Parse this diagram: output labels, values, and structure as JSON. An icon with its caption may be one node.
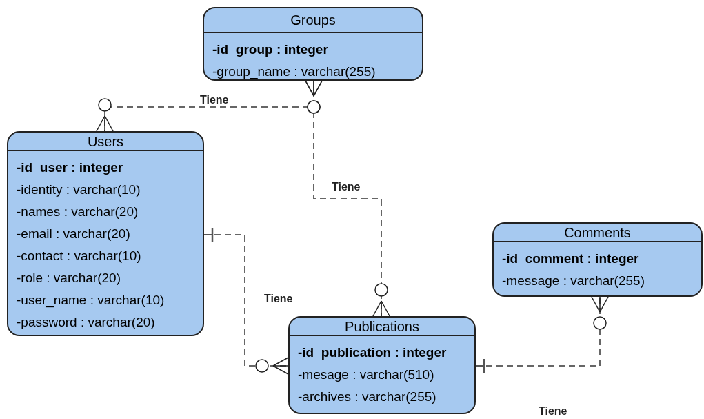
{
  "diagram": {
    "nodes": [
      {
        "text": [
          "Groups",
          "-id_group : integer",
          "-group_name : varchar(255)"
        ]
      },
      {
        "text": [
          "Users",
          "-id_user : integer",
          "-identity : varchar(10)",
          "-names : varchar(20)",
          "-email : varchar(20)",
          "-contact : varchar(10)",
          "-role : varchar(20)",
          "-user_name : varchar(10)",
          "-password : varchar(20)"
        ]
      },
      {
        "text": [
          "Comments",
          "-id_comment : integer",
          "-message : varchar(255)"
        ]
      },
      {
        "text": [
          "Publications",
          "-id_publication : integer",
          "-mesage : varchar(510)",
          "-archives : varchar(255)"
        ]
      }
    ],
    "edges": [
      {
        "from": 0,
        "to": 1,
        "arrow": "other",
        "label": "Tiene",
        "style": "dashed"
      },
      {
        "from": 0,
        "to": 3,
        "arrow": "other",
        "label": "Tiene",
        "style": "dashed"
      },
      {
        "from": 1,
        "to": 3,
        "arrow": "other",
        "label": "Tiene",
        "style": "dashed"
      },
      {
        "from": 3,
        "to": 2,
        "arrow": "other",
        "label": "Tiene",
        "style": "dashed"
      }
    ]
  }
}
